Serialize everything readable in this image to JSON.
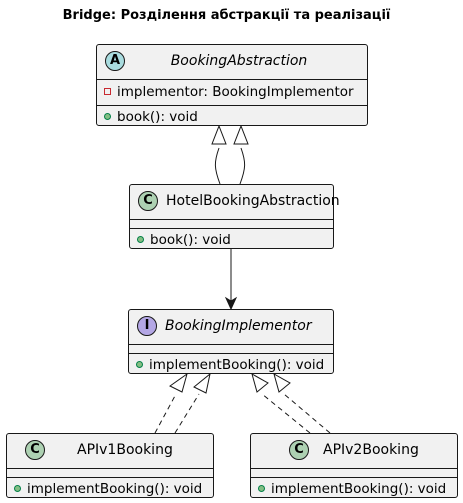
{
  "title": "Bridge: Розділення абстракції та реалізації",
  "colors": {
    "box_fill": "#f1f1f1",
    "box_border": "#181818",
    "abstract_badge": "#a9dcdf",
    "class_badge": "#add1b2",
    "interface_badge": "#b4a7e5",
    "private_marker": "#c82930",
    "public_marker": "#038048"
  },
  "classes": [
    {
      "id": "booking-abstraction",
      "badge": "A",
      "kind": "abstract",
      "name": "BookingAbstraction",
      "fields": [
        {
          "visibility": "private",
          "text": "implementor: BookingImplementor"
        }
      ],
      "methods": [
        {
          "visibility": "public",
          "text": "book(): void"
        }
      ]
    },
    {
      "id": "hotel-booking-abstraction",
      "badge": "C",
      "kind": "class",
      "name": "HotelBookingAbstraction",
      "fields": [],
      "methods": [
        {
          "visibility": "public",
          "text": "book(): void"
        }
      ]
    },
    {
      "id": "booking-implementor",
      "badge": "I",
      "kind": "interface",
      "name": "BookingImplementor",
      "fields": [],
      "methods": [
        {
          "visibility": "public",
          "text": "implementBooking(): void"
        }
      ]
    },
    {
      "id": "apiv1-booking",
      "badge": "C",
      "kind": "class",
      "name": "APIv1Booking",
      "fields": [],
      "methods": [
        {
          "visibility": "public",
          "text": "implementBooking(): void"
        }
      ]
    },
    {
      "id": "apiv2-booking",
      "badge": "C",
      "kind": "class",
      "name": "APIv2Booking",
      "fields": [],
      "methods": [
        {
          "visibility": "public",
          "text": "implementBooking(): void"
        }
      ]
    }
  ],
  "relations": [
    {
      "type": "extends",
      "from": "HotelBookingAbstraction",
      "to": "BookingAbstraction"
    },
    {
      "type": "association",
      "from": "HotelBookingAbstraction",
      "to": "BookingImplementor"
    },
    {
      "type": "implements",
      "from": "APIv1Booking",
      "to": "BookingImplementor"
    },
    {
      "type": "implements",
      "from": "APIv2Booking",
      "to": "BookingImplementor"
    }
  ]
}
